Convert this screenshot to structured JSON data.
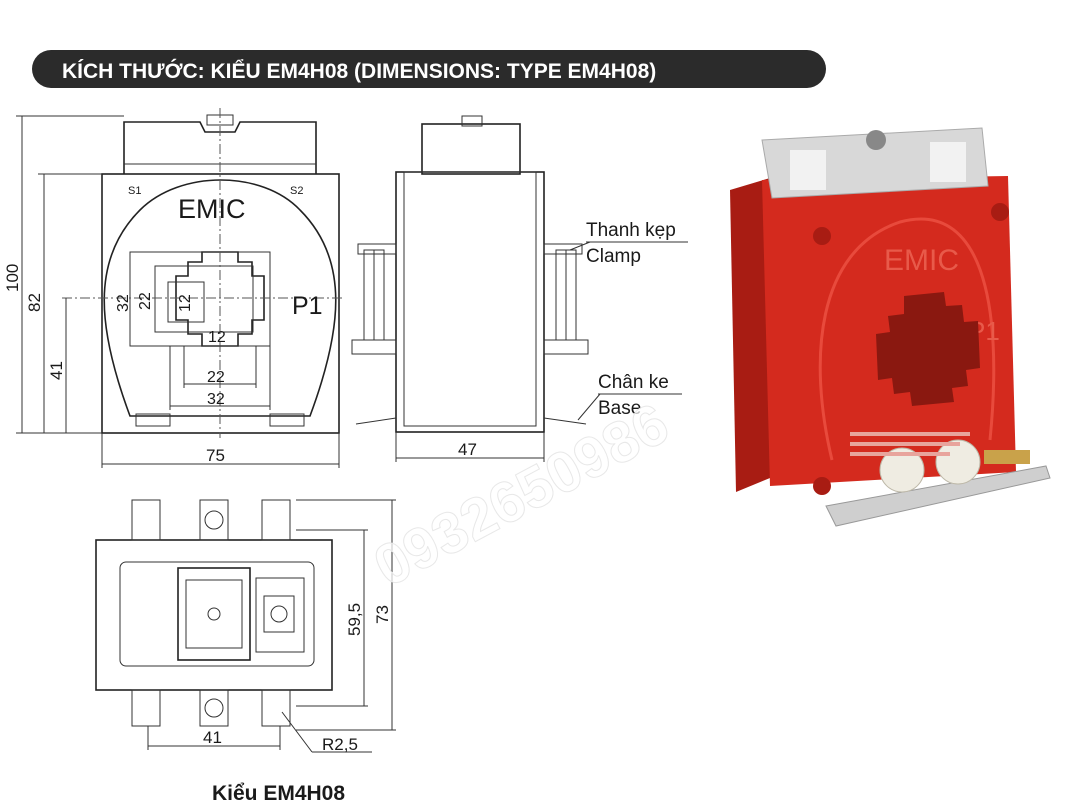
{
  "header": {
    "title": "KÍCH THƯỚC: KIỂU EM4H08 (DIMENSIONS: TYPE EM4H08)"
  },
  "front_view": {
    "brand": "EMIC",
    "terminal_s1": "S1",
    "terminal_s2": "S2",
    "primary": "P1",
    "dim_height_total": "100",
    "dim_height_body": "82",
    "dim_height_center": "41",
    "dim_width": "75",
    "dim_window_outer_v": "32",
    "dim_window_mid_v": "22",
    "dim_window_inner_v": "12",
    "dim_window_inner_h": "12",
    "dim_window_mid_h": "22",
    "dim_window_outer_h": "32"
  },
  "side_view": {
    "dim_depth": "47",
    "clamp_label_vi": "Thanh kẹp",
    "clamp_label_en": "Clamp",
    "base_label_vi": "Chân ke",
    "base_label_en": "Base"
  },
  "bottom_view": {
    "dim_slot_width": "41",
    "dim_inner_height": "59,5",
    "dim_outer_height": "73",
    "dim_radius": "R2,5"
  },
  "caption": "Kiểu EM4H08",
  "watermark": "0932650986",
  "colors": {
    "title_bg": "#2b2b2b",
    "product_red": "#d42a1e",
    "product_red_dark": "#a81c13",
    "product_grey": "#d8d8d8",
    "line": "#222222"
  }
}
